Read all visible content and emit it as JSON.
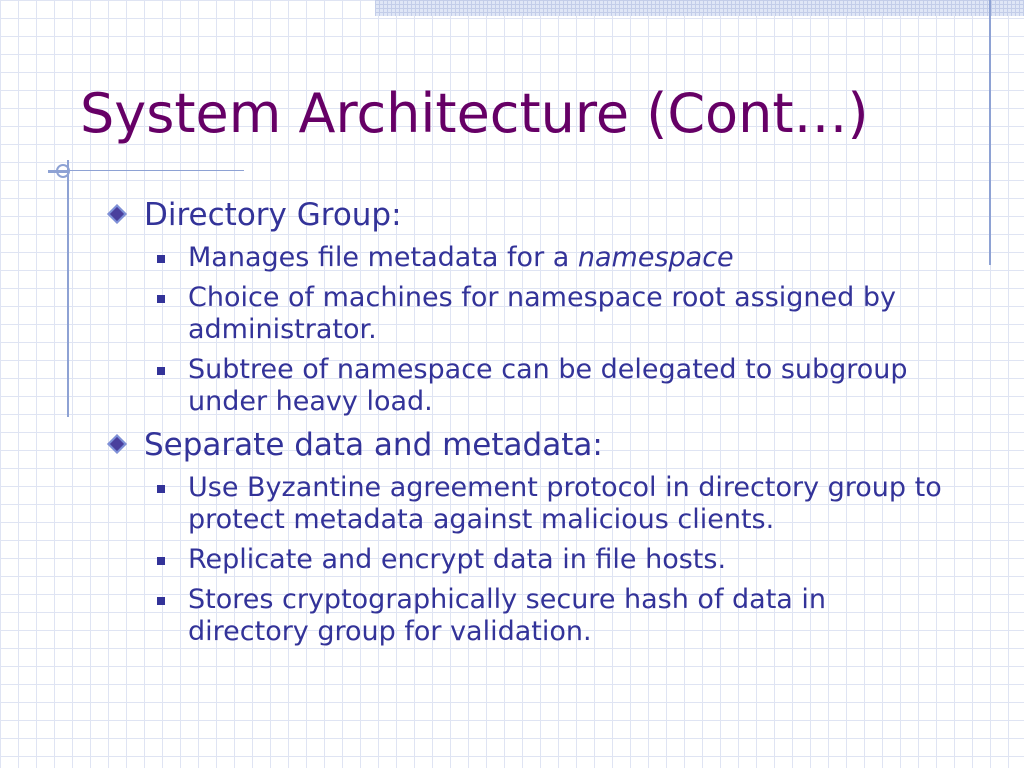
{
  "slide": {
    "title": "System Architecture (Cont…)",
    "sections": [
      {
        "heading": "Directory Group:",
        "bullets": [
          {
            "text": "Manages file metadata for a ",
            "emph": "namespace"
          },
          {
            "text": "Choice of machines for namespace root assigned by administrator."
          },
          {
            "text": "Subtree of namespace can be delegated to subgroup under heavy load."
          }
        ]
      },
      {
        "heading": "Separate data and metadata:",
        "bullets": [
          {
            "text": "Use Byzantine agreement protocol in directory group to protect metadata against malicious clients."
          },
          {
            "text": "Replicate and encrypt data in file hosts."
          },
          {
            "text": "Stores cryptographically secure hash of data in directory group for validation."
          }
        ]
      }
    ],
    "colors": {
      "title": "#660066",
      "body": "#333399",
      "grid": "#dfe4f3",
      "accent_lines": "#8ea2d4"
    },
    "icons": {
      "level1_bullet": "diamond-icon",
      "level2_bullet": "square-bullet-icon"
    }
  }
}
